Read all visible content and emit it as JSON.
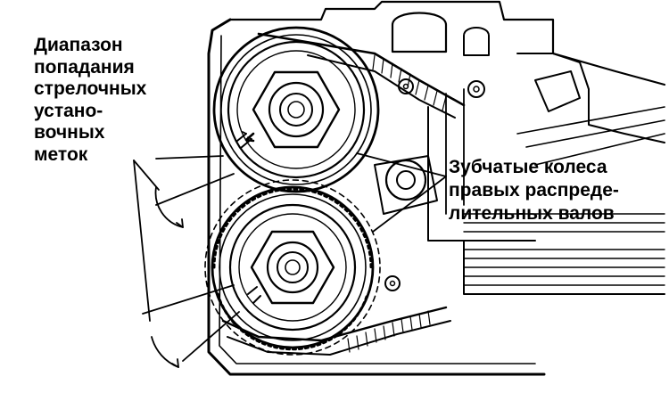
{
  "labels": {
    "timing_mark_range": [
      "Диапазон",
      "попадания",
      "стрелочных",
      "устано-",
      "вочных",
      "меток"
    ],
    "right_camshaft_sprockets": [
      "Зубчатые колеса",
      "правых распреде-",
      "лительных валов"
    ]
  },
  "colors": {
    "ink": "#000000",
    "paper": "#ffffff"
  }
}
